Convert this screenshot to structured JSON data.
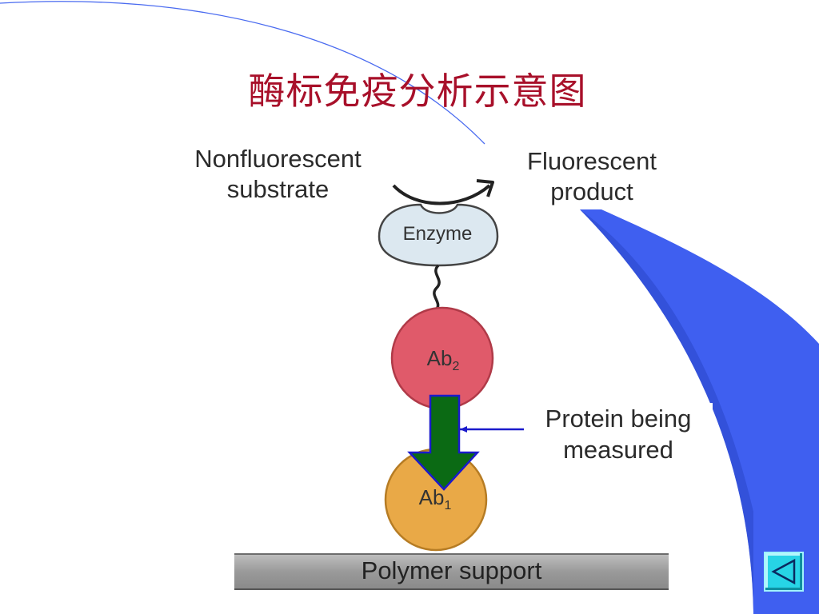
{
  "slide": {
    "title": "酶标免疫分析示意图"
  },
  "diagram": {
    "substrate_label": "Nonfluorescent\nsubstrate",
    "product_label": "Fluorescent\nproduct",
    "enzyme_label": "Enzyme",
    "ab2_base": "Ab",
    "ab2_sub": "2",
    "ab1_base": "Ab",
    "ab1_sub": "1",
    "protein_label": "Protein being\nmeasured",
    "support_label": "Polymer support"
  },
  "colors": {
    "title": "#a8102a",
    "decor_blue": "#3f5ff0",
    "enzyme": "#dce8f0",
    "ab2": "#e05a6a",
    "ab1": "#e9a947",
    "arrow_fill": "#0b6a14",
    "arrow_outline": "#1a1acc",
    "nav_button": "#27d4e6"
  },
  "nav": {
    "icon": "back-triangle-icon"
  }
}
